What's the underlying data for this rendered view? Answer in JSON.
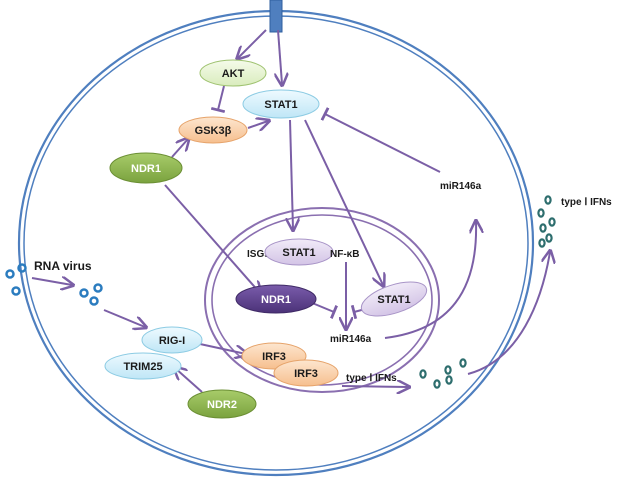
{
  "nodes": {
    "akt": "AKT",
    "stat1_top": "STAT1",
    "gsk3b": "GSK3β",
    "ndr1_left": "NDR1",
    "stat1_isgs": "STAT1",
    "ndr1_nucleus": "NDR1",
    "stat1_nucleus": "STAT1",
    "rig_i": "RIG-I",
    "trim25": "TRIM25",
    "irf3_a": "IRF3",
    "irf3_b": "IRF3",
    "ndr2": "NDR2"
  },
  "labels": {
    "mir146a_cyto": "miR146a",
    "isgs": "ISGs",
    "nfkb": "NF-κB",
    "mir146a_nucleus": "miR146a",
    "rna_virus": "RNA virus",
    "type_ifn_nucleus": "type Ⅰ IFNs",
    "type_ifn_outside": "type Ⅰ IFNs"
  },
  "colors": {
    "arrow": "#7b5fa6",
    "membrane": "#4f7fbf",
    "nuclear_membrane": "#8a6fb0",
    "green_node": "#8fb654",
    "light_green_node": "#eaf5d8",
    "blue_node": "#d8f1fb",
    "orange_node": "#fbd6b4",
    "lavender_node": "#e3d9f0",
    "dark_purple_node": "#5a3f8c",
    "virus_particle": "#2b7cbf",
    "ifn_particle": "#2e6e6e"
  }
}
